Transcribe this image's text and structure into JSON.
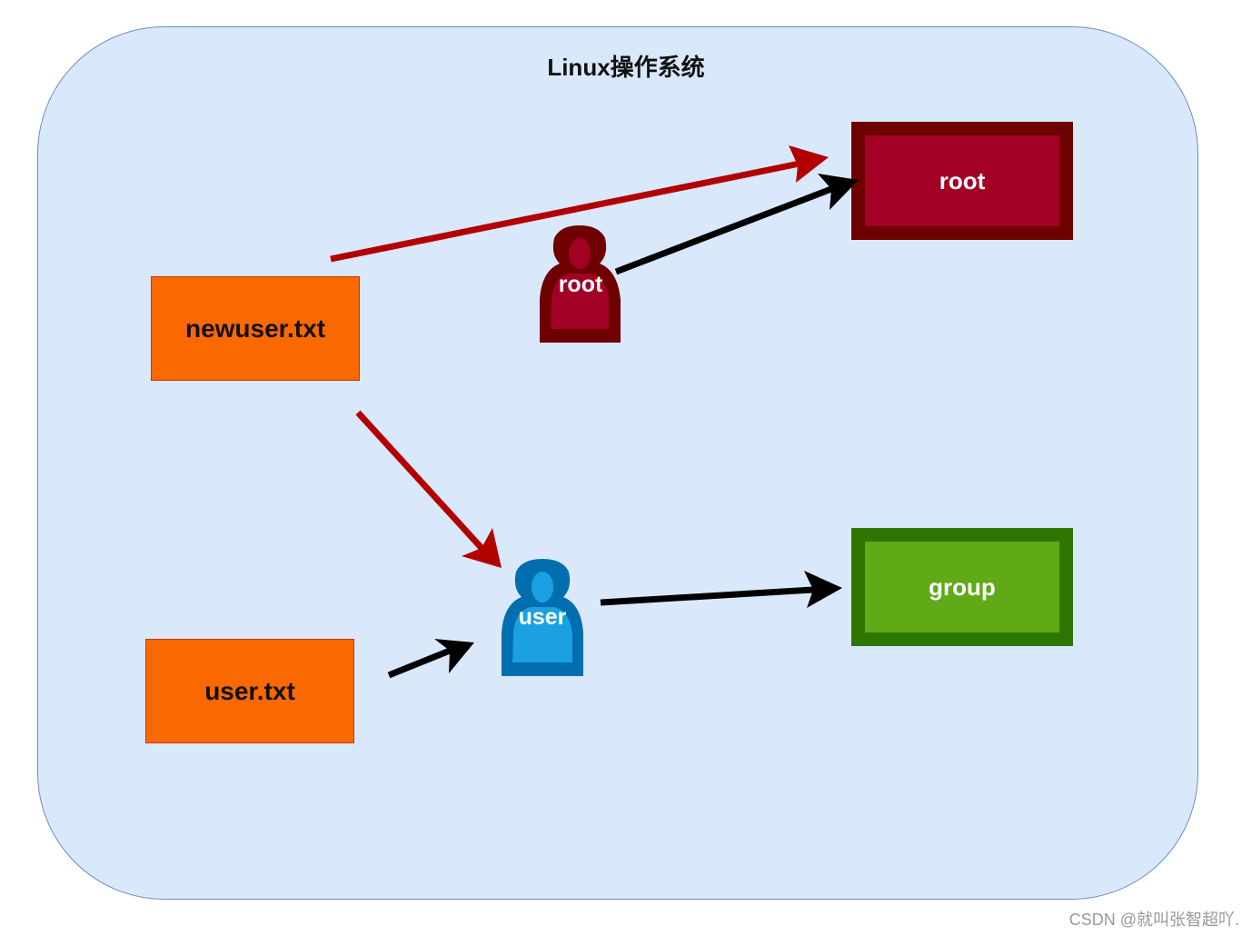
{
  "diagram": {
    "title": "Linux操作系统",
    "nodes": {
      "newuser_file": {
        "label": "newuser.txt",
        "type": "file",
        "fill": "#fa6800",
        "stroke": "#c73500"
      },
      "user_file": {
        "label": "user.txt",
        "type": "file",
        "fill": "#fa6800",
        "stroke": "#c73500"
      },
      "root_person": {
        "label": "root",
        "type": "actor",
        "fill": "#a20025",
        "stroke": "#6f0000"
      },
      "user_person": {
        "label": "user",
        "type": "actor",
        "fill": "#1ba1e2",
        "stroke": "#006eaf"
      },
      "root_box": {
        "label": "root",
        "type": "group-box",
        "fill": "#a20025",
        "stroke": "#6f0000"
      },
      "group_box": {
        "label": "group",
        "type": "group-box",
        "fill": "#60a917",
        "stroke": "#2d7600"
      }
    },
    "edges": [
      {
        "from": "newuser_file",
        "to": "root_box",
        "color": "#b20000"
      },
      {
        "from": "newuser_file",
        "to": "user_person",
        "color": "#b20000"
      },
      {
        "from": "root_person",
        "to": "root_box",
        "color": "#000000"
      },
      {
        "from": "user_file",
        "to": "user_person",
        "color": "#000000"
      },
      {
        "from": "user_person",
        "to": "group_box",
        "color": "#000000"
      }
    ],
    "background": {
      "fill": "#dae8fc",
      "stroke": "#6c8ebf"
    }
  },
  "watermark": "CSDN @就叫张智超吖."
}
